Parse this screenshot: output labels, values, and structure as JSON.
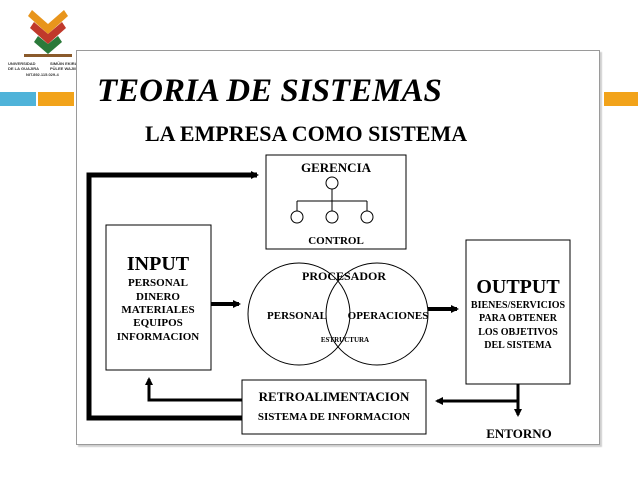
{
  "logo": {
    "line1": "UNIVERSIDAD",
    "line2": "DE LA GUAJIRA",
    "line3": "SIMÜIN EKIRAJIA",
    "line4": "PÜLEE WAJIIRA",
    "nit": "NIT.892.115.029-4"
  },
  "slide": {
    "title": "TEORIA DE SISTEMAS",
    "subtitle": "LA EMPRESA COMO SISTEMA"
  },
  "diagram": {
    "gerencia": {
      "title": "GERENCIA",
      "footer": "CONTROL"
    },
    "input": {
      "title": "INPUT",
      "items": [
        "PERSONAL",
        "DINERO",
        "MATERIALES",
        "EQUIPOS",
        "INFORMACION"
      ]
    },
    "procesador": {
      "title": "PROCESADOR",
      "left": "PERSONAL",
      "right": "OPERACIONES",
      "center": "ESTRUCTURA"
    },
    "output": {
      "title": "OUTPUT",
      "items": [
        "BIENES/SERVICIOS",
        "PARA OBTENER",
        "LOS OBJETIVOS",
        "DEL SISTEMA"
      ]
    },
    "retro": {
      "title": "RETROALIMENTACION",
      "subtitle": "SISTEMA DE INFORMACION"
    },
    "entorno": "ENTORNO"
  }
}
